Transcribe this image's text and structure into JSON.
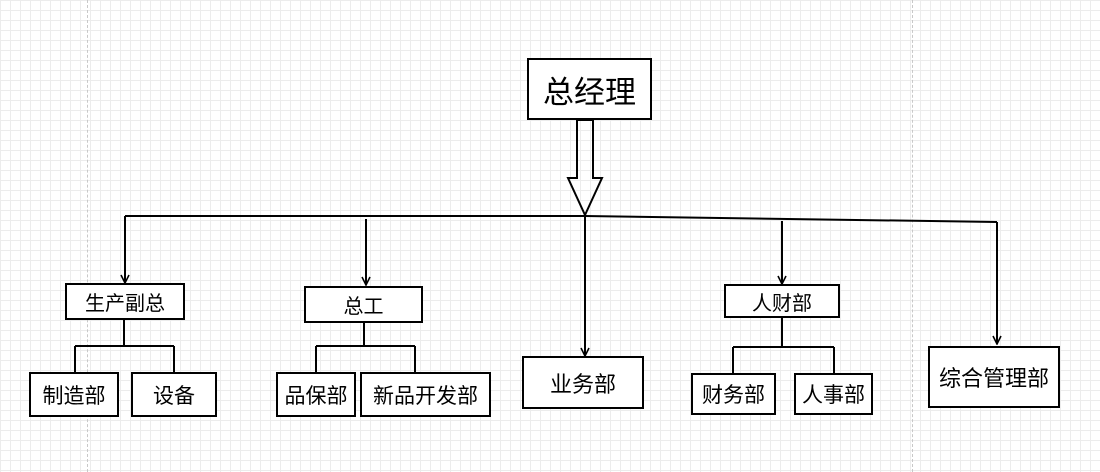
{
  "org_chart": {
    "root": "总经理",
    "level1": [
      "生产副总",
      "总工",
      "业务部",
      "人财部",
      "综合管理部"
    ],
    "production_children": [
      "制造部",
      "设备"
    ],
    "engineering_children": [
      "品保部",
      "新品开发部"
    ],
    "finance_hr_children": [
      "财务部",
      "人事部"
    ]
  },
  "colors": {
    "line": "#000000",
    "box_fill": "#ffffff",
    "grid": "#ececec"
  }
}
